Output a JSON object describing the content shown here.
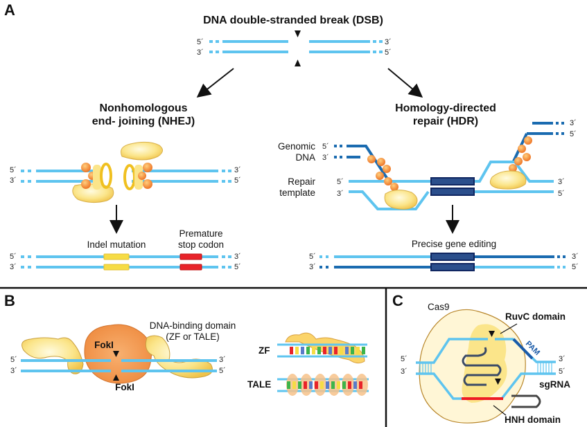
{
  "figure": {
    "panels": {
      "A": {
        "letter": "A",
        "title": "DNA double-stranded break (DSB)",
        "dsb_ends": {
          "top_left": "5´",
          "top_right": "3´",
          "bottom_left": "3´",
          "bottom_right": "5´"
        },
        "nhej": {
          "title_line1": "Nonhomologous",
          "title_line2": "end- joining (NHEJ)",
          "ends": {
            "top_left": "5´",
            "top_right": "3´",
            "bottom_left": "3´",
            "bottom_right": "5´"
          },
          "result_ends": {
            "top_left": "5´",
            "top_right": "3´",
            "bottom_left": "3´",
            "bottom_right": "5´"
          },
          "indel_label": "Indel mutation",
          "stop_label_line1": "Premature",
          "stop_label_line2": "stop codon"
        },
        "hdr": {
          "title_line1": "Homology-directed",
          "title_line2": "repair (HDR)",
          "genomic_label_line1": "Genomic",
          "genomic_label_line2": "DNA",
          "repair_label_line1": "Repair",
          "repair_label_line2": "template",
          "genomic_ends": {
            "left_top": "5´",
            "left_bottom": "3´",
            "right_top": "3´",
            "right_bottom": "5´"
          },
          "template_ends": {
            "left_top": "5´",
            "left_bottom": "3´",
            "right_top": "3´",
            "right_bottom": "5´"
          },
          "result_label": "Precise gene editing",
          "result_ends": {
            "top_left": "5´",
            "top_right": "3´",
            "bottom_left": "3´",
            "bottom_right": "5´"
          }
        }
      },
      "B": {
        "letter": "B",
        "binding_label_line1": "DNA-binding domain",
        "binding_label_line2": "(ZF or TALE)",
        "foki_top": "FokI",
        "foki_bottom": "FokI",
        "ends": {
          "top_left": "5´",
          "top_right": "3´",
          "bottom_left": "3´",
          "bottom_right": "5´"
        },
        "zf_label": "ZF",
        "tale_label": "TALE"
      },
      "C": {
        "letter": "C",
        "cas9_label": "Cas9",
        "ruvc_label": "RuvC domain",
        "pam_label": "PAM",
        "sgrna_label": "sgRNA",
        "hnh_label": "HNH domain",
        "ends": {
          "top_left": "5´",
          "bottom_left": "3´",
          "top_right": "3´",
          "bottom_right": "5´"
        }
      }
    },
    "colors": {
      "dna_light": "#5ec4ef",
      "dna_dark": "#1a6bb0",
      "template_block": "#1f3d80",
      "indel": "#f6dc45",
      "stop_codon": "#e8232a",
      "protein_yellow": "#fbe58a",
      "protein_orange": "#f0a050",
      "pam": "#1a5aa8",
      "guide_red": "#ee1c24"
    }
  }
}
